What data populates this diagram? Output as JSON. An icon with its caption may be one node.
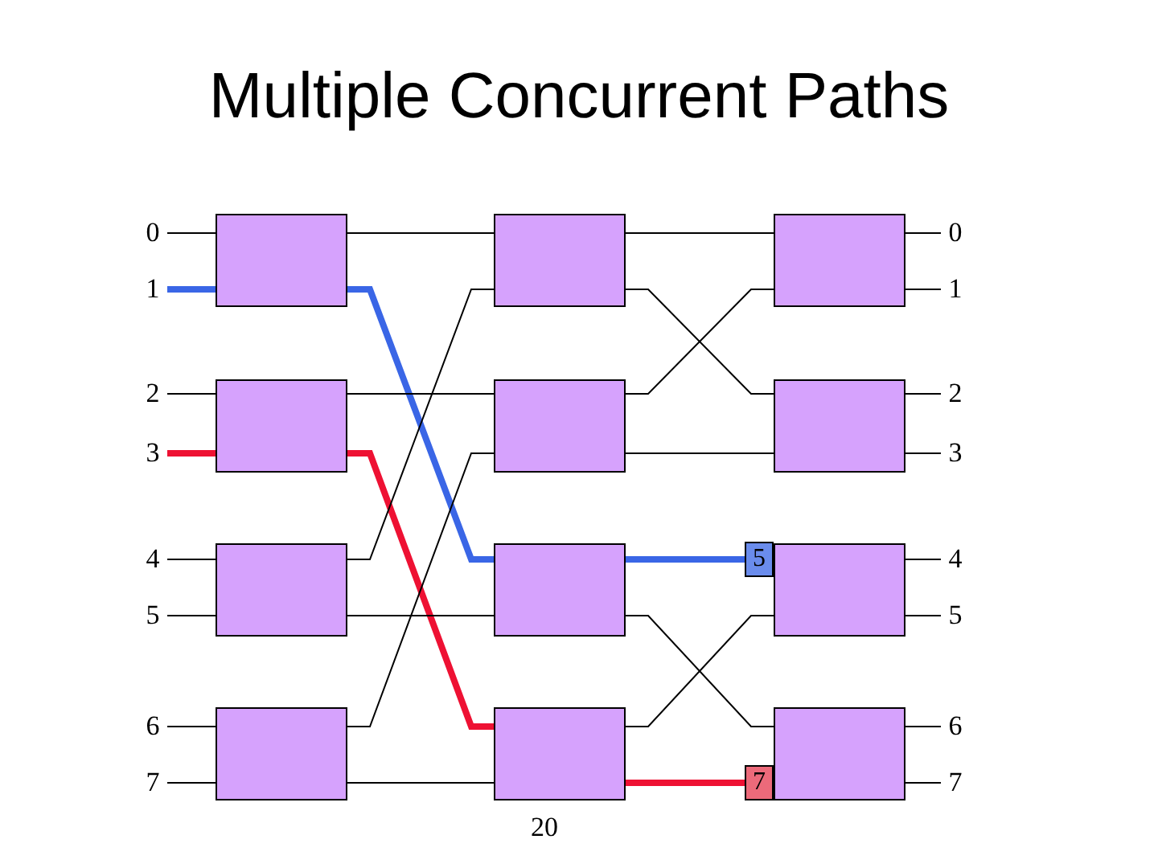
{
  "diagram": {
    "title": "Multiple Concurrent Paths",
    "nodes": [
      {
        "text": [
          "0"
        ]
      },
      {
        "text": [
          "1"
        ]
      },
      {
        "text": [
          "2"
        ]
      },
      {
        "text": [
          "3"
        ]
      },
      {
        "text": [
          "4"
        ]
      },
      {
        "text": [
          "5"
        ]
      },
      {
        "text": [
          "6"
        ]
      },
      {
        "text": [
          "7"
        ]
      },
      {
        "text": [],
        "shape": "box"
      },
      {
        "text": [],
        "shape": "box"
      },
      {
        "text": [],
        "shape": "box"
      },
      {
        "text": [],
        "shape": "box"
      },
      {
        "text": [],
        "shape": "box"
      },
      {
        "text": [],
        "shape": "box"
      },
      {
        "text": [],
        "shape": "box"
      },
      {
        "text": [],
        "shape": "box",
        "beside": [
          "20"
        ]
      },
      {
        "text": [
          "5"
        ]
      },
      {
        "text": [
          "7"
        ]
      },
      {
        "text": [],
        "shape": "box"
      },
      {
        "text": [],
        "shape": "box"
      },
      {
        "text": [],
        "shape": "box"
      },
      {
        "text": [],
        "shape": "box"
      },
      {
        "text": [
          "0"
        ]
      },
      {
        "text": [
          "1"
        ]
      },
      {
        "text": [
          "2"
        ]
      },
      {
        "text": [
          "3"
        ]
      },
      {
        "text": [
          "4"
        ]
      },
      {
        "text": [
          "5"
        ]
      },
      {
        "text": [
          "6"
        ]
      },
      {
        "text": [
          "7"
        ]
      }
    ],
    "edges": [
      {
        "from": 0,
        "to": 8,
        "arrow": "none"
      },
      {
        "from": 1,
        "to": 8,
        "arrow": "none",
        "style": "thick",
        "color": "#3a66e6"
      },
      {
        "from": 2,
        "to": 9,
        "arrow": "none"
      },
      {
        "from": 3,
        "to": 9,
        "arrow": "none",
        "style": "thick",
        "color": "#ee1133"
      },
      {
        "from": 4,
        "to": 10,
        "arrow": "none"
      },
      {
        "from": 5,
        "to": 10,
        "arrow": "none"
      },
      {
        "from": 6,
        "to": 11,
        "arrow": "none"
      },
      {
        "from": 7,
        "to": 11,
        "arrow": "none"
      },
      {
        "from": 8,
        "to": 12,
        "arrow": "none"
      },
      {
        "from": 8,
        "to": 14,
        "arrow": "none",
        "style": "thick",
        "color": "#3a66e6"
      },
      {
        "from": 9,
        "to": 13,
        "arrow": "none"
      },
      {
        "from": 9,
        "to": 15,
        "arrow": "none",
        "style": "thick",
        "color": "#ee1133"
      },
      {
        "from": 10,
        "to": 12,
        "arrow": "none"
      },
      {
        "from": 10,
        "to": 14,
        "arrow": "none"
      },
      {
        "from": 11,
        "to": 13,
        "arrow": "none"
      },
      {
        "from": 11,
        "to": 15,
        "arrow": "none"
      },
      {
        "from": 12,
        "to": 18,
        "arrow": "none"
      },
      {
        "from": 12,
        "to": 19,
        "arrow": "none"
      },
      {
        "from": 13,
        "to": 18,
        "arrow": "none"
      },
      {
        "from": 13,
        "to": 19,
        "arrow": "none"
      },
      {
        "from": 14,
        "to": 16,
        "arrow": "none",
        "style": "thick",
        "color": "#3a66e6"
      },
      {
        "from": 14,
        "to": 21,
        "arrow": "none"
      },
      {
        "from": 15,
        "to": 20,
        "arrow": "none"
      },
      {
        "from": 15,
        "to": 17,
        "arrow": "none",
        "style": "thick",
        "color": "#ee1133"
      },
      {
        "from": 18,
        "to": 22,
        "arrow": "none"
      },
      {
        "from": 18,
        "to": 23,
        "arrow": "none"
      },
      {
        "from": 19,
        "to": 24,
        "arrow": "none"
      },
      {
        "from": 19,
        "to": 25,
        "arrow": "none"
      },
      {
        "from": 20,
        "to": 26,
        "arrow": "none"
      },
      {
        "from": 20,
        "to": 27,
        "arrow": "none"
      },
      {
        "from": 21,
        "to": 28,
        "arrow": "none"
      },
      {
        "from": 21,
        "to": 29,
        "arrow": "none"
      }
    ]
  }
}
